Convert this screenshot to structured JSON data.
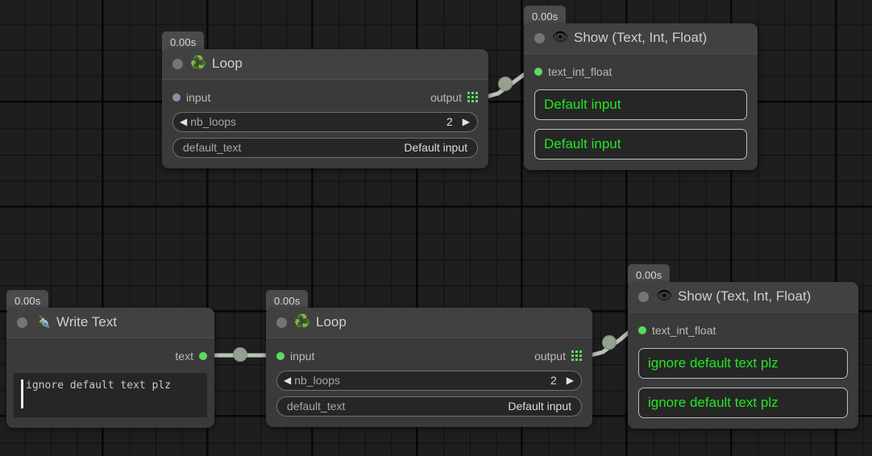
{
  "app": {
    "name": "node-graph-editor",
    "canvas_background": "#1e1e1e",
    "grid_line_color": "#141414",
    "accent_green": "#21e621",
    "port_green": "#5cdc5c",
    "wire_color": "#b9c4b4"
  },
  "nodes": [
    {
      "id": "loop-top",
      "timer": "0.00s",
      "icon": "recycle-icon",
      "icon_glyph": "♻️",
      "title": "Loop",
      "input_label": "input",
      "input_state": "unconnected",
      "output_label": "output",
      "params": [
        {
          "name": "nb_loops",
          "value": "2",
          "type": "stepper",
          "dec": "◀",
          "inc": "▶"
        },
        {
          "name": "default_text",
          "value": "Default input",
          "type": "text"
        }
      ]
    },
    {
      "id": "show-top",
      "timer": "0.00s",
      "icon": "eye-icon",
      "icon_glyph": "👁",
      "title": "Show (Text, Int, Float)",
      "input_label": "text_int_float",
      "input_state": "connected",
      "outputs": [
        {
          "value": "Default input"
        },
        {
          "value": "Default input"
        }
      ]
    },
    {
      "id": "write-text",
      "timer": "0.00s",
      "icon": "pen-nib-icon",
      "icon_glyph": "✒️",
      "title": "Write Text",
      "output_label": "text",
      "output_state": "connected",
      "text_value": "ignore default text plz"
    },
    {
      "id": "loop-bottom",
      "timer": "0.00s",
      "icon": "recycle-icon",
      "icon_glyph": "♻️",
      "title": "Loop",
      "input_label": "input",
      "input_state": "connected",
      "output_label": "output",
      "params": [
        {
          "name": "nb_loops",
          "value": "2",
          "type": "stepper",
          "dec": "◀",
          "inc": "▶"
        },
        {
          "name": "default_text",
          "value": "Default input",
          "type": "text"
        }
      ]
    },
    {
      "id": "show-bottom",
      "timer": "0.00s",
      "icon": "eye-icon",
      "icon_glyph": "👁",
      "title": "Show (Text, Int, Float)",
      "input_label": "text_int_float",
      "input_state": "connected",
      "outputs": [
        {
          "value": "ignore default text plz"
        },
        {
          "value": "ignore default text plz"
        }
      ]
    }
  ],
  "connections": [
    {
      "id": "loop-top-to-show-top",
      "from": "loop-top.output",
      "to": "show-top.text_int_float"
    },
    {
      "id": "write-text-to-loop-bottom",
      "from": "write-text.text",
      "to": "loop-bottom.input"
    },
    {
      "id": "loop-bottom-to-show-bottom",
      "from": "loop-bottom.output",
      "to": "show-bottom.text_int_float"
    }
  ]
}
